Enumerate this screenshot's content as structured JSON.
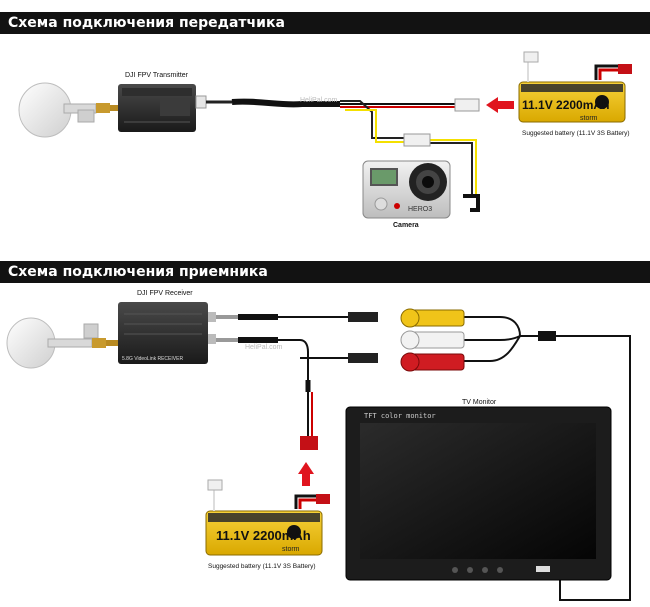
{
  "transmitter_section": {
    "title": "Схема подключения передатчика",
    "transmitter_label": "DJI FPV Transmitter",
    "battery_label": "Suggested battery (11.1V 3S Battery)",
    "battery_text": "11.1V 2200mAh",
    "battery_brand": "storm",
    "camera_label": "Camera",
    "camera_model": "HERO3",
    "watermark": "HeliPal.com"
  },
  "receiver_section": {
    "title": "Схема подключения приемника",
    "receiver_label": "DJI FPV Receiver",
    "receiver_plate": "5.8G VideoLink RECEIVER",
    "monitor_label": "TV Monitor",
    "monitor_bezel_text": "TFT color monitor",
    "battery_label": "Suggested battery (11.1V 3S Battery)",
    "battery_text": "11.1V 2200mAh",
    "battery_brand": "storm",
    "watermark": "HeliPal.com"
  },
  "colors": {
    "header_bg": "#121212",
    "battery_yellow": "#f0c419",
    "arrow_red": "#e0141e",
    "wire_yellow": "#f4e000"
  }
}
